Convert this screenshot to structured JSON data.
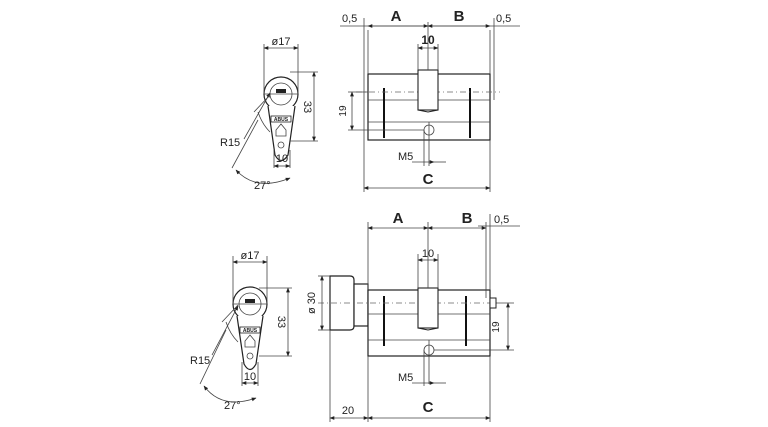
{
  "top_view": {
    "profile": {
      "diameter_label": "ø17",
      "height_label": "33",
      "radius_label": "R15",
      "width_label": "10",
      "angle_label": "27°",
      "brand_text": "ABUS"
    },
    "cylinder": {
      "left_gap_label": "0,5",
      "right_gap_label": "0,5",
      "label_a": "A",
      "label_b": "B",
      "cam_width_label": "10",
      "height_label": "19",
      "screw_label": "M5",
      "total_label": "C"
    }
  },
  "bottom_view": {
    "profile": {
      "diameter_label": "ø17",
      "height_label": "33",
      "radius_label": "R15",
      "width_label": "10",
      "angle_label": "27°",
      "brand_text": "ABUS"
    },
    "cylinder": {
      "knob_diameter_label": "ø 30",
      "knob_length_label": "20",
      "label_a": "A",
      "label_b": "B",
      "right_gap_label": "0,5",
      "cam_width_label": "10",
      "height_label": "19",
      "screw_label": "M5",
      "total_label": "C"
    }
  }
}
